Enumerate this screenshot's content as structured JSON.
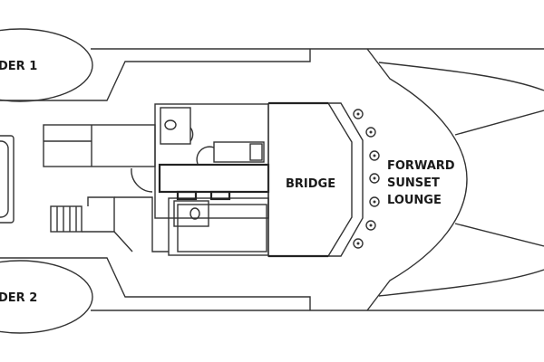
{
  "labels": {
    "tender_1": "DER 1",
    "tender_2": "DER 2",
    "bridge": "BRIDGE",
    "lounge_line1": "FORWARD",
    "lounge_line2": "SUNSET",
    "lounge_line3": "LOUNGE"
  },
  "colors": {
    "line": "#333333",
    "background": "#ffffff"
  }
}
